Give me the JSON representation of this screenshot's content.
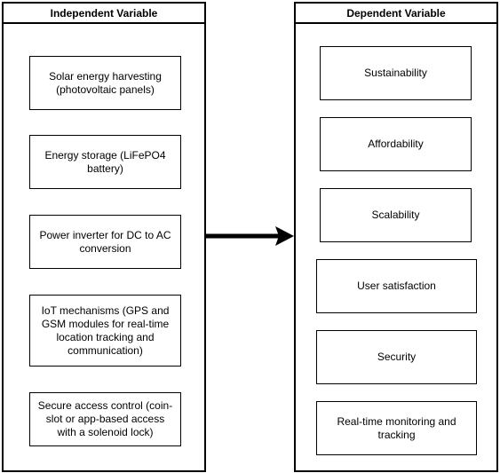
{
  "independent": {
    "header": "Independent Variable",
    "items": [
      "Solar energy harvesting (photovoltaic panels)",
      "Energy storage (LiFePO4 battery)",
      "Power inverter for DC to AC conversion",
      "IoT mechanisms (GPS and GSM modules for real-time location tracking and communication)",
      "Secure access control (coin-slot or app-based access with a solenoid lock)"
    ]
  },
  "dependent": {
    "header": "Dependent Variable",
    "items": [
      "Sustainability",
      "Affordability",
      "Scalability",
      "User satisfaction",
      "Security",
      "Real-time monitoring and tracking"
    ]
  },
  "colors": {
    "stroke": "#000000",
    "background": "#ffffff"
  }
}
